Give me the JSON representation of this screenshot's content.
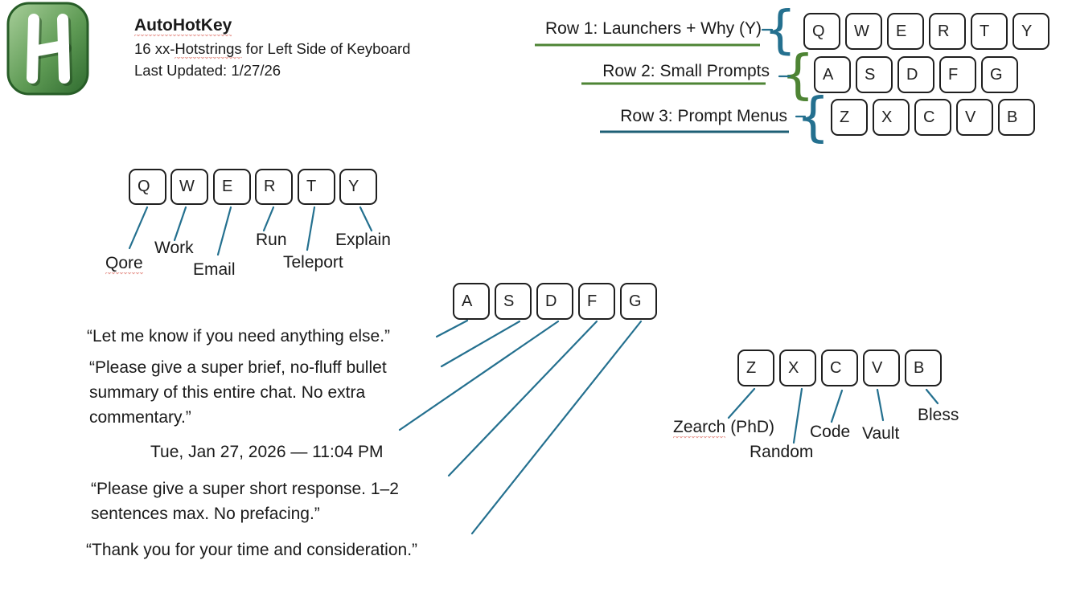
{
  "colors": {
    "teal_line": "#24708f",
    "teal_dark": "#1e5f75",
    "green": "#4e8434",
    "key_border": "#1f1f1f",
    "text": "#1a1a1a",
    "squiggle_red": "#dc6e64",
    "logo_green_light": "#a8cf9a",
    "logo_green_dark": "#2f6b2f"
  },
  "header": {
    "logo_letter": "H",
    "title": "AutoHotKey",
    "subtitle_prefix": "16 xx-",
    "subtitle_misspelled": "Hotstrings",
    "subtitle_suffix": " for Left Side of Keyboard",
    "last_updated": "Last Updated: 1/27/26"
  },
  "legend": {
    "rows": [
      {
        "label": "Row 1: Launchers + Why (Y)",
        "keys": [
          "Q",
          "W",
          "E",
          "R",
          "T",
          "Y"
        ]
      },
      {
        "label": "Row 2: Small Prompts",
        "keys": [
          "A",
          "S",
          "D",
          "F",
          "G"
        ]
      },
      {
        "label": "Row 3: Prompt Menus",
        "keys": [
          "Z",
          "X",
          "C",
          "V",
          "B"
        ]
      }
    ]
  },
  "launchers": {
    "keys": [
      "Q",
      "W",
      "E",
      "R",
      "T",
      "Y"
    ],
    "labels": [
      "Qore",
      "Work",
      "Email",
      "Run",
      "Teleport",
      "Explain"
    ]
  },
  "small_prompts": {
    "keys": [
      "A",
      "S",
      "D",
      "F",
      "G"
    ],
    "snippets": [
      "“Let me know if you need anything else.”",
      "“Please give a super brief, no-fluff bullet\nsummary of this entire chat. No extra\ncommentary.”",
      "Tue, Jan 27, 2026 — 11:04 PM",
      "“Please give a super short response. 1–2\nsentences max. No prefacing.”",
      "“Thank you for your time and consideration.”"
    ]
  },
  "prompt_menus": {
    "keys": [
      "Z",
      "X",
      "C",
      "V",
      "B"
    ],
    "label_z_word": "Zearch",
    "label_z_rest": " (PhD)",
    "labels": {
      "x": "Random",
      "c": "Code",
      "v": "Vault",
      "b": "Bless"
    }
  }
}
